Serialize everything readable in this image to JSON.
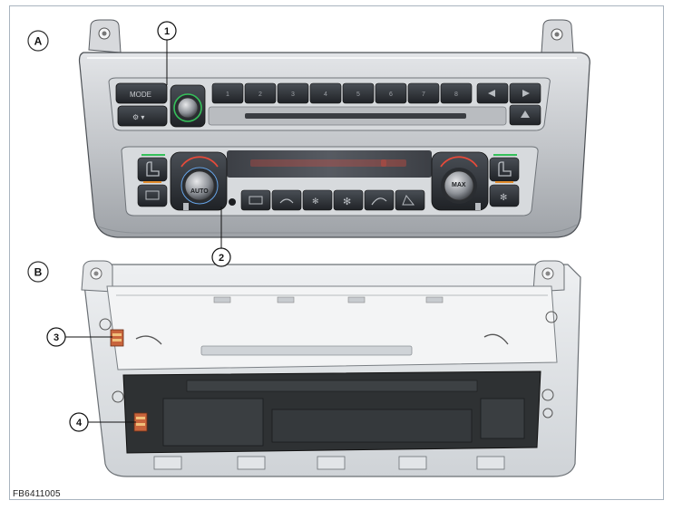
{
  "figure_code": "FB6411005",
  "views": {
    "top": "A",
    "bottom": "B"
  },
  "callouts": [
    "1",
    "2",
    "3",
    "4"
  ],
  "radio_panel": {
    "mode_label": "MODE",
    "preset_labels": [
      "1",
      "2",
      "3",
      "4",
      "5",
      "6",
      "7",
      "8"
    ]
  },
  "climate_panel": {
    "left_knob_label": "AUTO",
    "right_knob_label": "MAX"
  },
  "colors": {
    "bezel": "#c9ccd0",
    "button": "#2b2f35",
    "indicator_green": "#35c05a",
    "indicator_orange": "#e08a2a",
    "display_red": "#e64a3a",
    "connector": "#c8643c",
    "board": "#2e3133"
  },
  "icons": [
    "eject-icon",
    "seek-back-icon",
    "seek-forward-icon",
    "seat-heat-icon",
    "fan-icon",
    "recirculation-icon",
    "defrost-icon"
  ]
}
